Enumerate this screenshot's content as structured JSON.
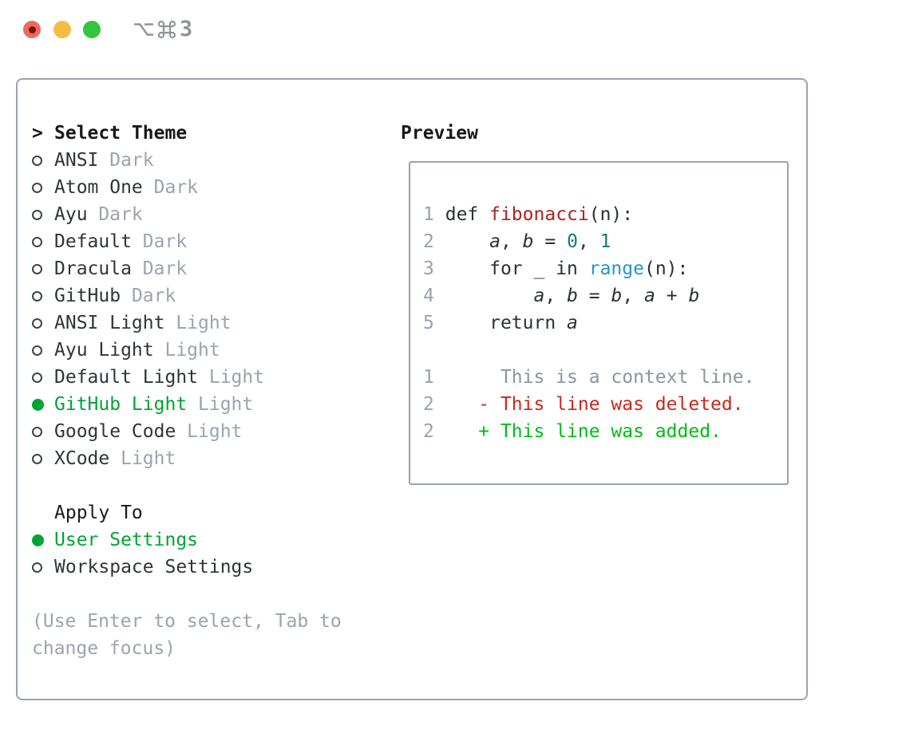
{
  "window": {
    "shortcut": "⌥⌘3",
    "shortcut_label": "3"
  },
  "colors": {
    "accent_green": "#00a433",
    "added_green": "#00bb18",
    "deleted_red": "#c7291b",
    "function_red": "#a8251e",
    "number_teal": "#0e7e70",
    "builtin_blue": "#2097cf",
    "code_text": "#2a3137",
    "muted_gray": "#9aa4ae",
    "dark_text": "#2e343a",
    "header_black": "#17191c",
    "border_gray": "#9aa3ad",
    "line_number_gray": "#98a2ad",
    "traffic_red": "#ee6a5e",
    "traffic_yellow": "#f3bd45",
    "traffic_green": "#32c63f"
  },
  "theme_picker": {
    "prompt": ">",
    "title": "Select Theme",
    "options": [
      {
        "name": "ANSI",
        "tag": "Dark",
        "selected": false
      },
      {
        "name": "Atom One",
        "tag": "Dark",
        "selected": false
      },
      {
        "name": "Ayu",
        "tag": "Dark",
        "selected": false
      },
      {
        "name": "Default",
        "tag": "Dark",
        "selected": false
      },
      {
        "name": "Dracula",
        "tag": "Dark",
        "selected": false
      },
      {
        "name": "GitHub",
        "tag": "Dark",
        "selected": false
      },
      {
        "name": "ANSI Light",
        "tag": "Light",
        "selected": false
      },
      {
        "name": "Ayu Light",
        "tag": "Light",
        "selected": false
      },
      {
        "name": "Default Light",
        "tag": "Light",
        "selected": false
      },
      {
        "name": "GitHub Light",
        "tag": "Light",
        "selected": true
      },
      {
        "name": "Google Code",
        "tag": "Light",
        "selected": false
      },
      {
        "name": "XCode",
        "tag": "Light",
        "selected": false
      }
    ]
  },
  "apply_to": {
    "title": "Apply To",
    "options": [
      {
        "name": "User Settings",
        "selected": true
      },
      {
        "name": "Workspace Settings",
        "selected": false
      }
    ]
  },
  "footer": {
    "lines": [
      "(Use Enter to select, Tab to",
      "change focus)"
    ]
  },
  "preview": {
    "title": "Preview",
    "code_lines": [
      {
        "num": "1",
        "tokens": [
          [
            "def ",
            "code"
          ],
          [
            "fibonacci",
            "function"
          ],
          [
            "(n):",
            "code"
          ]
        ]
      },
      {
        "num": "2",
        "tokens": [
          [
            "    ",
            "code"
          ],
          [
            "a",
            "variable"
          ],
          [
            ", ",
            "code"
          ],
          [
            "b",
            "variable"
          ],
          [
            " = ",
            "code"
          ],
          [
            "0",
            "number"
          ],
          [
            ", ",
            "code"
          ],
          [
            "1",
            "number"
          ]
        ]
      },
      {
        "num": "3",
        "tokens": [
          [
            "    for _ in ",
            "code"
          ],
          [
            "range",
            "builtin"
          ],
          [
            "(n):",
            "code"
          ]
        ]
      },
      {
        "num": "4",
        "tokens": [
          [
            "        ",
            "code"
          ],
          [
            "a",
            "variable"
          ],
          [
            ", ",
            "code"
          ],
          [
            "b",
            "variable"
          ],
          [
            " = ",
            "code"
          ],
          [
            "b",
            "variable"
          ],
          [
            ", ",
            "code"
          ],
          [
            "a",
            "variable"
          ],
          [
            " + ",
            "code"
          ],
          [
            "b",
            "variable"
          ]
        ]
      },
      {
        "num": "5",
        "tokens": [
          [
            "    return ",
            "code"
          ],
          [
            "a",
            "variable"
          ]
        ]
      }
    ],
    "diff_lines": [
      {
        "num": "1",
        "marker": "",
        "text": "This is a context line."
      },
      {
        "num": "2",
        "marker": "-",
        "text": "This line was deleted."
      },
      {
        "num": "2",
        "marker": "+",
        "text": "This line was added."
      }
    ]
  }
}
